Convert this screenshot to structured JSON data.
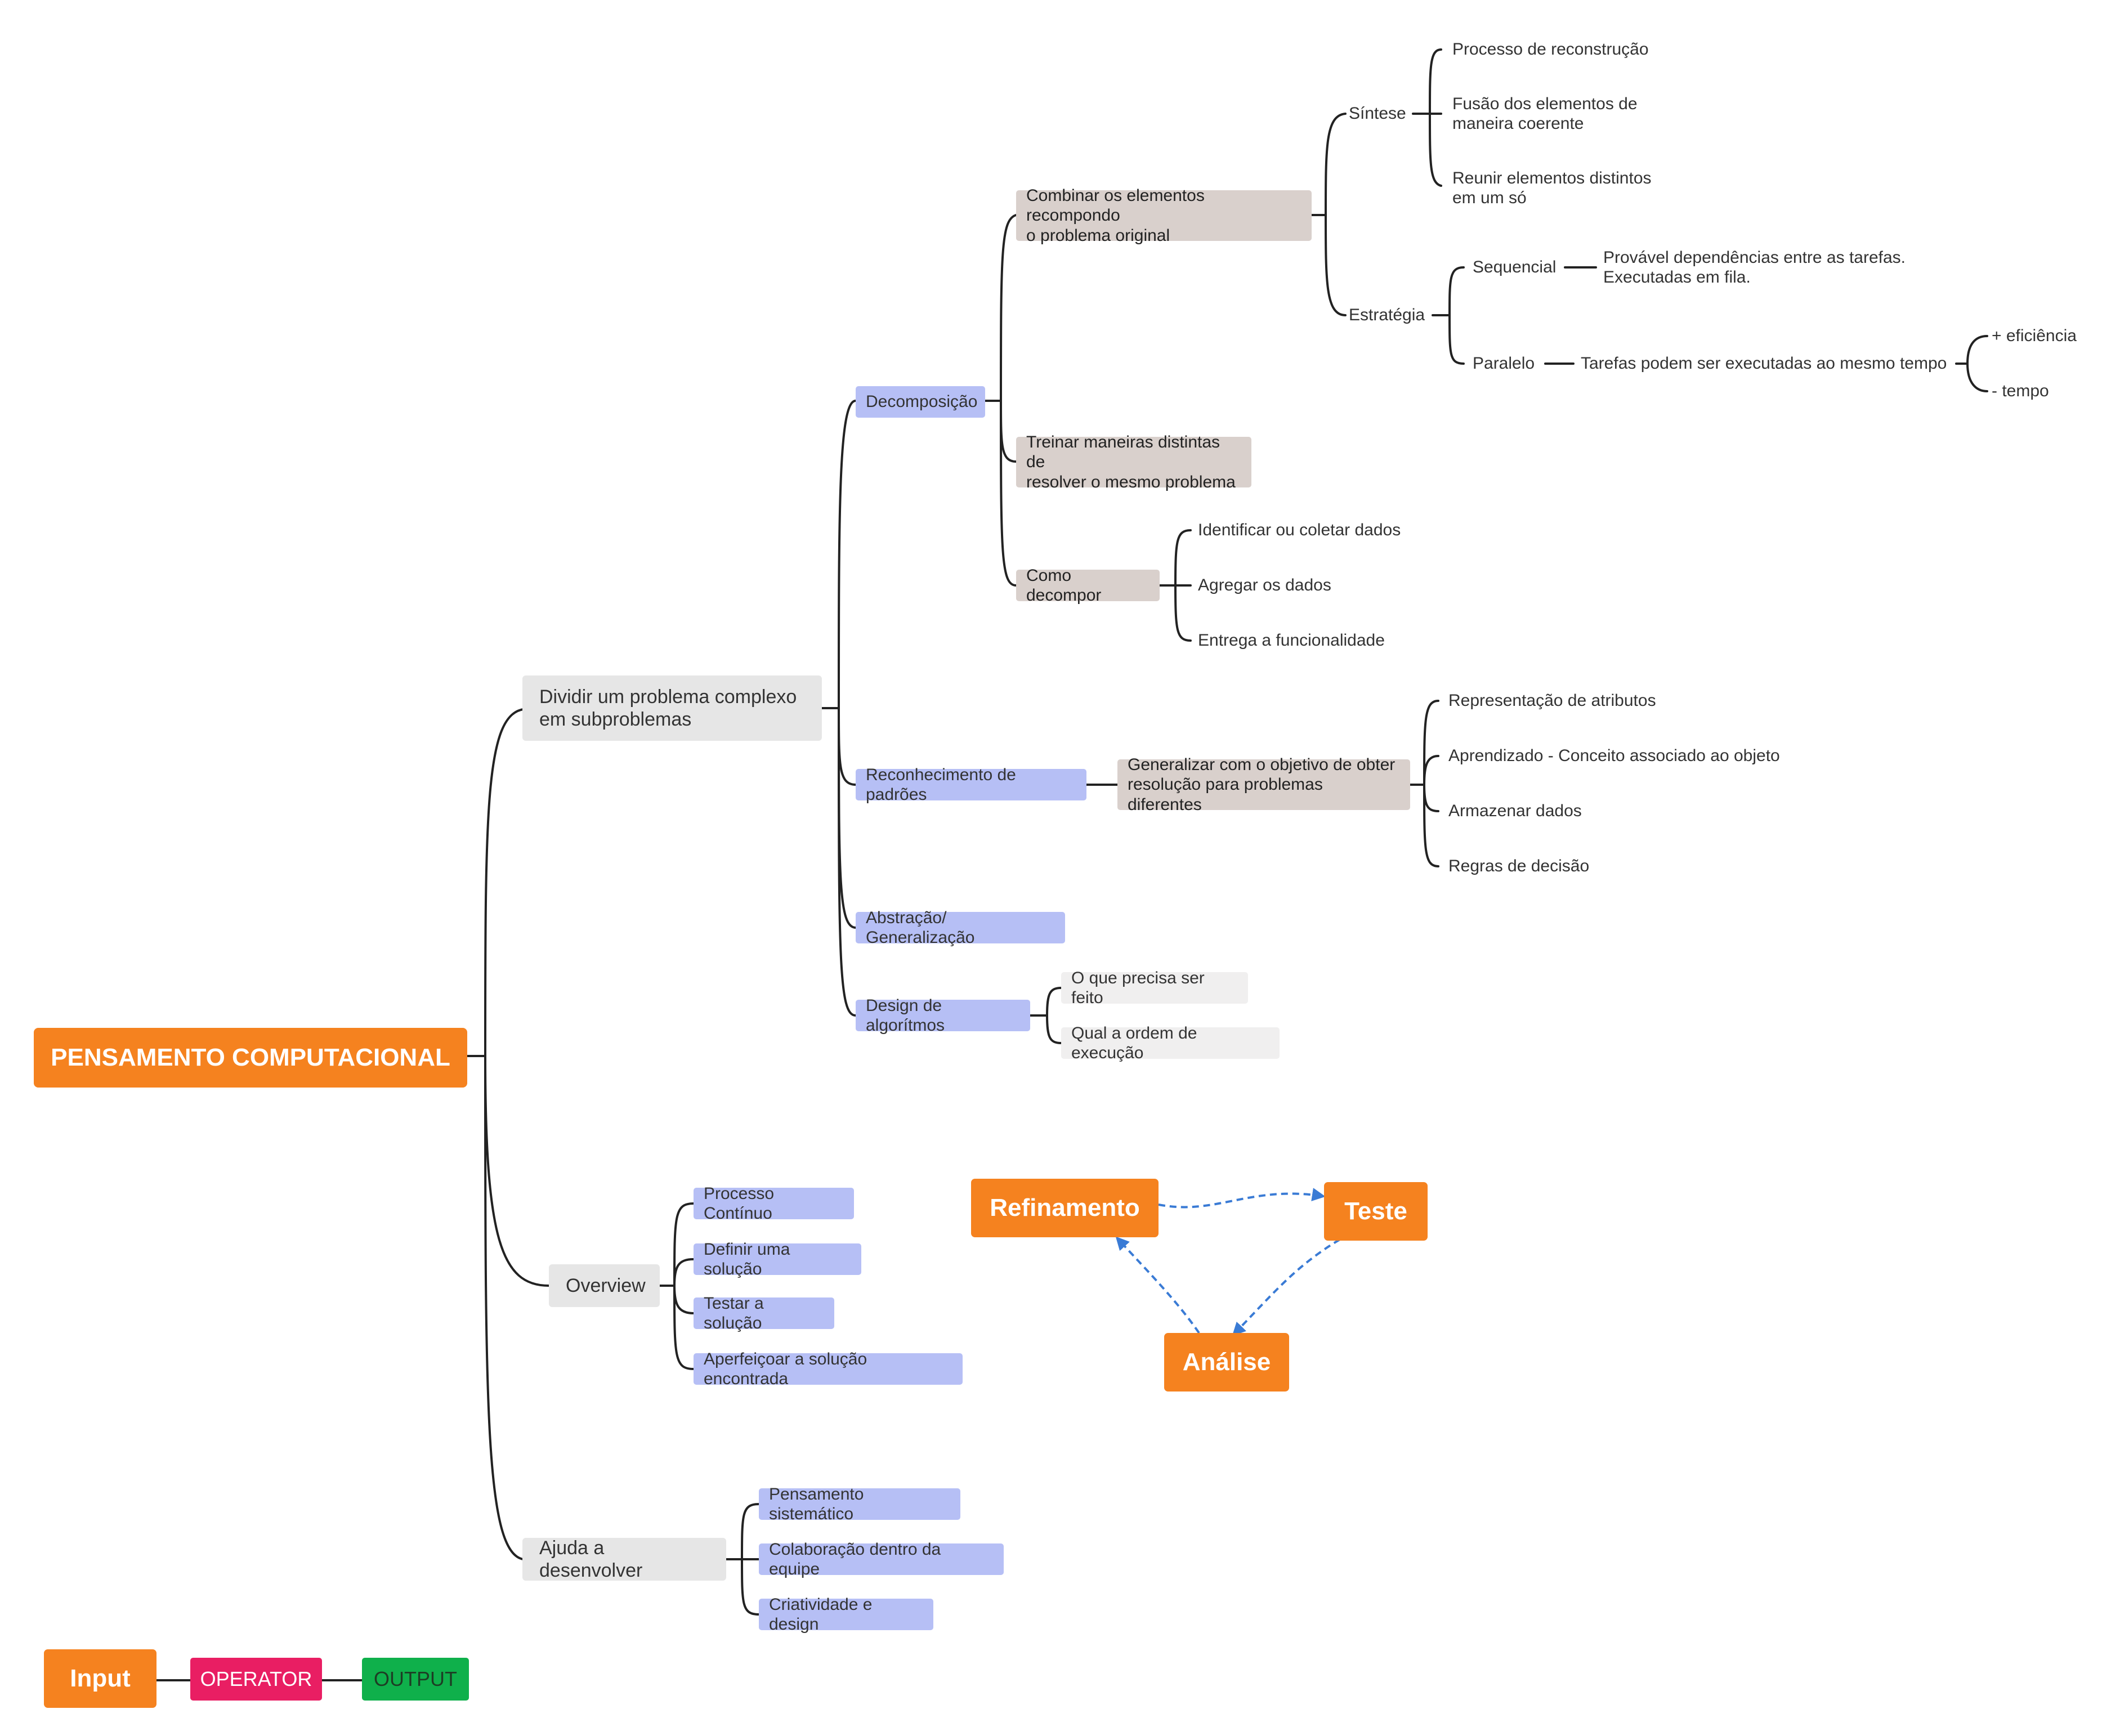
{
  "root": {
    "label": "PENSAMENTO COMPUTACIONAL"
  },
  "dividir": {
    "label": "Dividir um problema complexo\nem subproblemas",
    "decomposicao": {
      "label": "Decomposição",
      "combinar": {
        "label": "Combinar os elementos recompondo\no problema original",
        "sintese": {
          "label": "Síntese",
          "items": [
            "Processo de reconstrução",
            "Fusão dos elementos de\nmaneira coerente",
            "Reunir elementos distintos\nem um só"
          ]
        },
        "estrategia": {
          "label": "Estratégia",
          "sequencial": {
            "label": "Sequencial",
            "desc": "Provável dependências entre as tarefas.\nExecutadas em fila."
          },
          "paralelo": {
            "label": "Paralelo",
            "desc": "Tarefas podem ser executadas ao mesmo tempo",
            "effects": [
              "+ eficiência",
              "- tempo"
            ]
          }
        }
      },
      "treinar": {
        "label": "Treinar maneiras distintas de\nresolver o mesmo problema"
      },
      "como": {
        "label": "Como decompor",
        "items": [
          "Identificar ou coletar dados",
          "Agregar os dados",
          "Entrega a funcionalidade"
        ]
      }
    },
    "reconhecimento": {
      "label": "Reconhecimento de padrões",
      "generalizar": {
        "label": "Generalizar com o objetivo de obter\nresolução para problemas diferentes",
        "items": [
          "Representação de atributos",
          "Aprendizado - Conceito associado ao objeto",
          "Armazenar dados",
          "Regras de decisão"
        ]
      }
    },
    "abstracao": {
      "label": "Abstração/ Generalização"
    },
    "design": {
      "label": "Design de algorítmos",
      "items": [
        "O que precisa ser feito",
        "Qual a ordem de execução"
      ]
    }
  },
  "overview": {
    "label": "Overview",
    "items": [
      "Processo Contínuo",
      "Definir uma solução",
      "Testar a solução",
      "Aperfeiçoar a solução encontrada"
    ]
  },
  "ajuda": {
    "label": "Ajuda a desenvolver",
    "items": [
      "Pensamento sistemático",
      "Colaboração dentro da equipe",
      "Criatividade e design"
    ]
  },
  "cycle": {
    "refinamento": "Refinamento",
    "teste": "Teste",
    "analise": "Análise"
  },
  "legend": {
    "input": "Input",
    "operator": "OPERATOR",
    "output": "OUTPUT"
  },
  "colors": {
    "orange": "#f5821f",
    "blue_node": "#b6bff5",
    "gray_node": "#e6e6e6",
    "tan_node": "#d9d0cc",
    "arrow": "#3a7bd5",
    "pink": "#e91e63",
    "green": "#0fb04b"
  }
}
